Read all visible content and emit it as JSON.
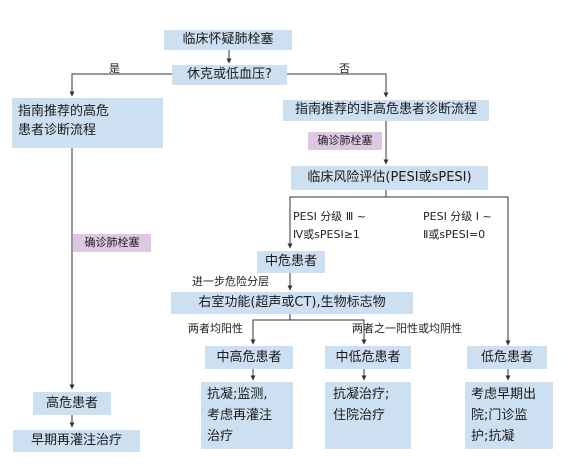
{
  "nodes": {
    "suspected_pe": "临床怀疑肺栓塞",
    "shock_question": "休克或低血压?",
    "high_risk_flow_line1": "指南推荐的高危",
    "high_risk_flow_line2": "患者诊断流程",
    "non_high_risk_flow": "指南推荐的非高危患者诊断流程",
    "confirmed_pe_right": "确诊肺栓塞",
    "confirmed_pe_left": "确诊肺栓塞",
    "clinical_risk": "临床风险评估(PESI或sPESI)",
    "intermediate": "中危患者",
    "rv_function": "右室功能(超声或CT),生物标志物",
    "intermediate_high": "中高危患者",
    "intermediate_low": "中低危患者",
    "low_risk": "低危患者",
    "high_risk": "高危患者",
    "early_reperfusion": "早期再灌注治疗",
    "tx_ih_line1": "抗凝;监测,",
    "tx_ih_line2": "考虑再灌注",
    "tx_ih_line3": "治疗",
    "tx_il_line1": "抗凝治疗;",
    "tx_il_line2": "住院治疗",
    "tx_low_line1": "考虑早期出",
    "tx_low_line2": "院;门诊监",
    "tx_low_line3": "护;抗凝"
  },
  "labels": {
    "yes": "是",
    "no": "否",
    "pesi_34_line1": "PESI 分级 Ⅲ ~",
    "pesi_34_line2": "Ⅳ或sPESI≥1",
    "pesi_12_line1": "PESI 分级 Ⅰ ~",
    "pesi_12_line2": "Ⅱ或sPESI=0",
    "further_strat": "进一步危险分层",
    "both_positive": "两者均阳性",
    "one_or_none_positive": "两者之一阳性或均阴性"
  }
}
